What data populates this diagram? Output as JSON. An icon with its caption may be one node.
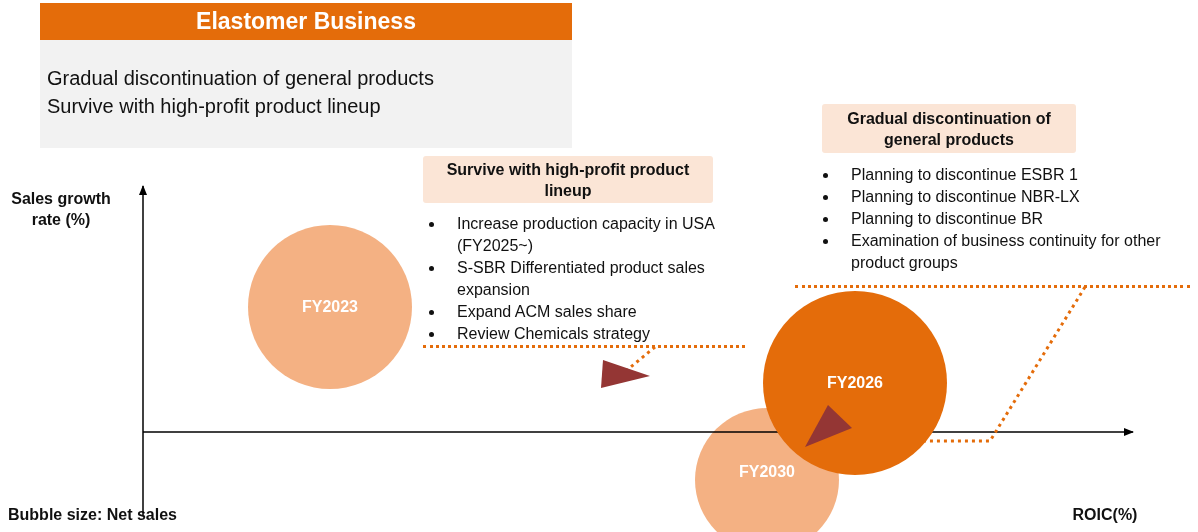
{
  "diagram": {
    "nodes": [
      {
        "text": [
          "Elastomer Business"
        ]
      },
      {
        "text": [
          "Gradual discontinuation of general products",
          "Survive with high-profit product lineup"
        ]
      },
      {
        "text": [
          "Survive with high-profit product lineup",
          "Increase production capacity in USA (FY2025~)",
          "S-SBR Differentiated product sales expansion",
          "Expand ACM sales share",
          "Review Chemicals strategy"
        ]
      },
      {
        "text": [
          "Gradual discontinuation of general products",
          "Planning to discontinue ESBR 1",
          "Planning to discontinue NBR-LX",
          "Planning to discontinue BR",
          "Examination of business continuity for other product groups"
        ]
      },
      {
        "text": [
          "FY2023"
        ]
      },
      {
        "text": [
          "FY2030"
        ]
      },
      {
        "text": [
          "FY2026"
        ]
      },
      {
        "text": [],
        "shape": "triangle"
      },
      {
        "text": [],
        "shape": "triangle",
        "in": 6
      }
    ],
    "edges": [
      {
        "from": 2,
        "to": 7,
        "arrow": "none",
        "style": "dashed"
      },
      {
        "from": 3,
        "to": 8,
        "arrow": "none",
        "style": "dashed"
      }
    ],
    "labels": [
      "Sales growth rate (%)",
      "Bubble size: Net sales",
      "ROIC(%)"
    ]
  }
}
